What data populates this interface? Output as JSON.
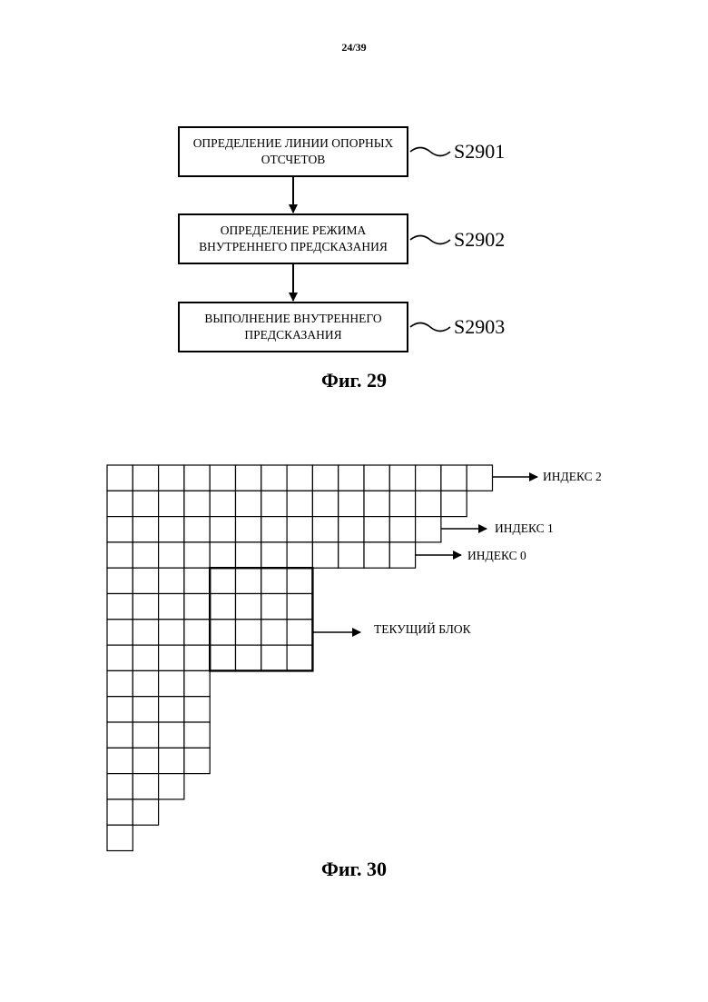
{
  "page": {
    "number": "24/39"
  },
  "fig29": {
    "caption": "Фиг. 29",
    "steps": [
      {
        "text": "ОПРЕДЕЛЕНИЕ ЛИНИИ ОПОРНЫХ ОТСЧЕТОВ",
        "label": "S2901"
      },
      {
        "text": "ОПРЕДЕЛЕНИЕ РЕЖИМА ВНУТРЕННЕГО ПРЕДСКАЗАНИЯ",
        "label": "S2902"
      },
      {
        "text": "ВЫПОЛНЕНИЕ ВНУТРЕННЕГО ПРЕДСКАЗАНИЯ",
        "label": "S2903"
      }
    ]
  },
  "fig30": {
    "caption": "Фиг. 30",
    "grid": {
      "row_lengths": [
        15,
        14,
        13,
        12,
        8,
        8,
        8,
        8,
        4,
        4,
        4,
        4,
        3,
        2,
        1
      ],
      "current_block": {
        "first_row": 4,
        "first_col": 4,
        "rows": 4,
        "cols": 4
      }
    },
    "labels": {
      "index2": "ИНДЕКС 2",
      "index1": "ИНДЕКС 1",
      "index0": "ИНДЕКС 0",
      "current_block": "ТЕКУЩИЙ БЛОК"
    }
  }
}
